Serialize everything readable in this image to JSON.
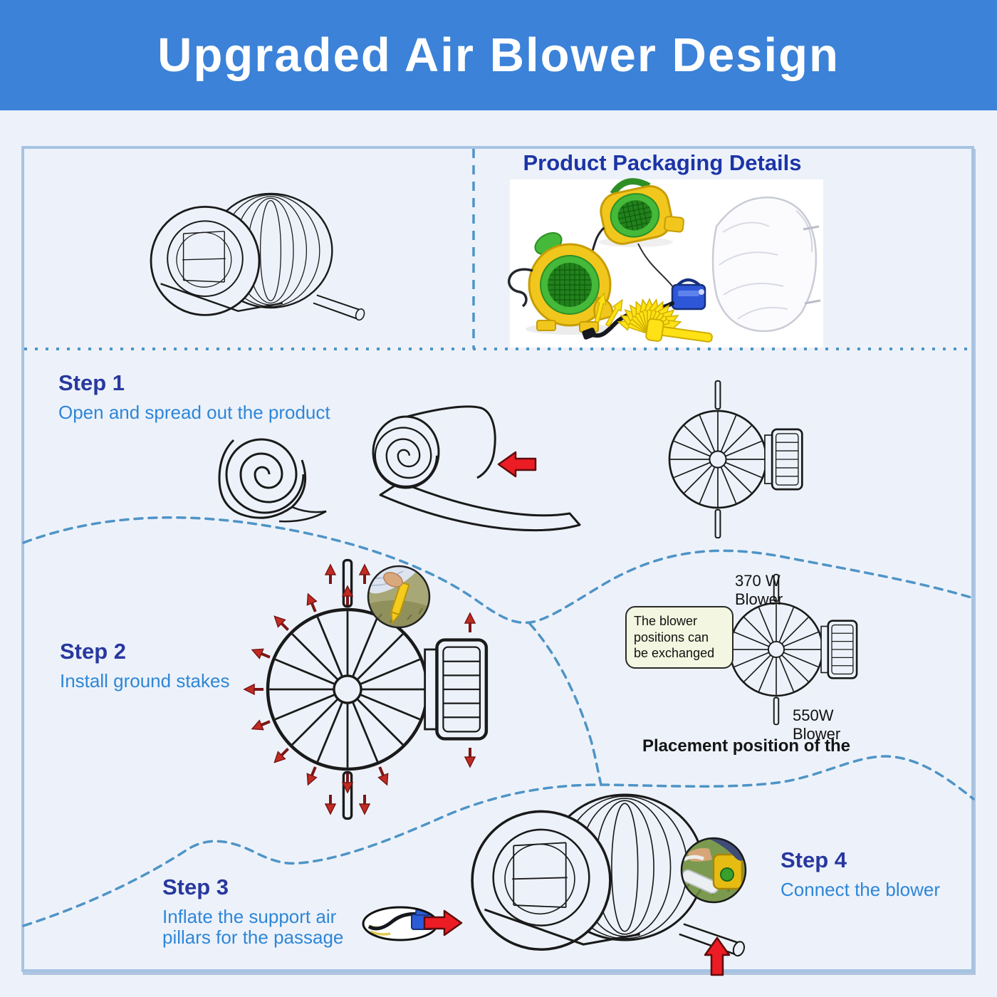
{
  "header": {
    "title": "Upgraded Air Blower Design"
  },
  "packaging": {
    "title": "Product Packaging Details"
  },
  "steps": [
    {
      "label": "Step 1",
      "desc": "Open and spread out the product"
    },
    {
      "label": "Step 2",
      "desc": "Install ground stakes"
    },
    {
      "label": "Step 3",
      "desc": "Inflate the support air pillars for the passage"
    },
    {
      "label": "Step 4",
      "desc": "Connect the blower"
    }
  ],
  "blower_positions": {
    "top_blower_watt": "370 W",
    "top_blower_word": "Blower",
    "bottom_blower_watt": "550W",
    "bottom_blower_word": "Blower",
    "callout": "The blower positions can be exchanged",
    "caption": "Placement position of the"
  },
  "colors": {
    "page_bg": "#edf2fa",
    "header_bg": "#3b82d8",
    "box_border": "#a6c3e3",
    "divider_blue": "#4f94c6",
    "step_heading": "#28389f",
    "step_desc": "#2e86d8",
    "packaging_title": "#1c34a6",
    "arrow_red": "#ec1c24",
    "rim_arrow_red": "#c22b22",
    "callout_bg": "#f3f6e0",
    "ink": "#1a1a1a"
  }
}
